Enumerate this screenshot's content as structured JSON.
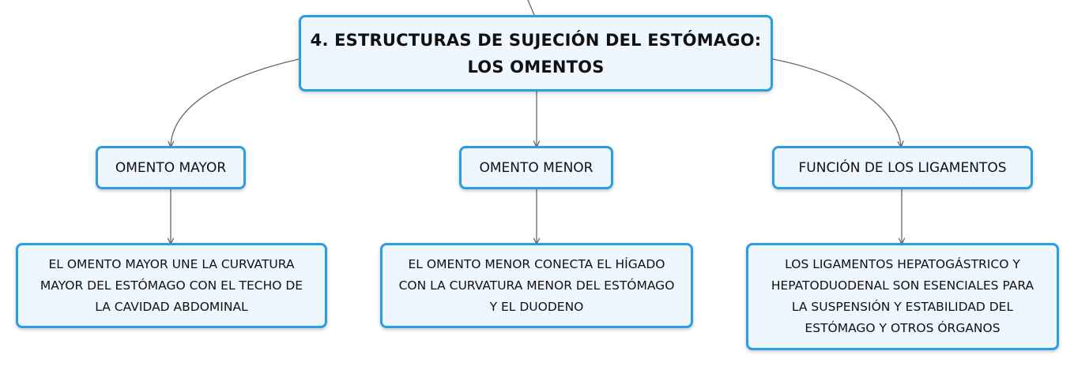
{
  "mindmap": {
    "root": {
      "line1": "4. ESTRUCTURAS DE SUJECIÓN DEL ESTÓMAGO:",
      "line2": "LOS OMENTOS"
    },
    "branches": [
      {
        "label": "OMENTO MAYOR",
        "detail": [
          "EL OMENTO MAYOR UNE LA CURVATURA",
          "MAYOR DEL ESTÓMAGO CON EL TECHO DE",
          "LA CAVIDAD ABDOMINAL"
        ]
      },
      {
        "label": "OMENTO MENOR",
        "detail": [
          "EL OMENTO MENOR CONECTA EL HÍGADO",
          "CON LA CURVATURA MENOR DEL ESTÓMAGO",
          "Y EL DUODENO"
        ]
      },
      {
        "label": "FUNCIÓN DE LOS LIGAMENTOS",
        "detail": [
          "LOS LIGAMENTOS HEPATOGÁSTRICO Y",
          "HEPATODUODENAL SON ESENCIALES PARA",
          "LA SUSPENSIÓN Y ESTABILIDAD DEL",
          "ESTÓMAGO Y OTROS ÓRGANOS"
        ]
      }
    ]
  },
  "colors": {
    "node_border": "#2b9ee3",
    "node_fill": "#eef7fd",
    "connector": "#666666"
  }
}
